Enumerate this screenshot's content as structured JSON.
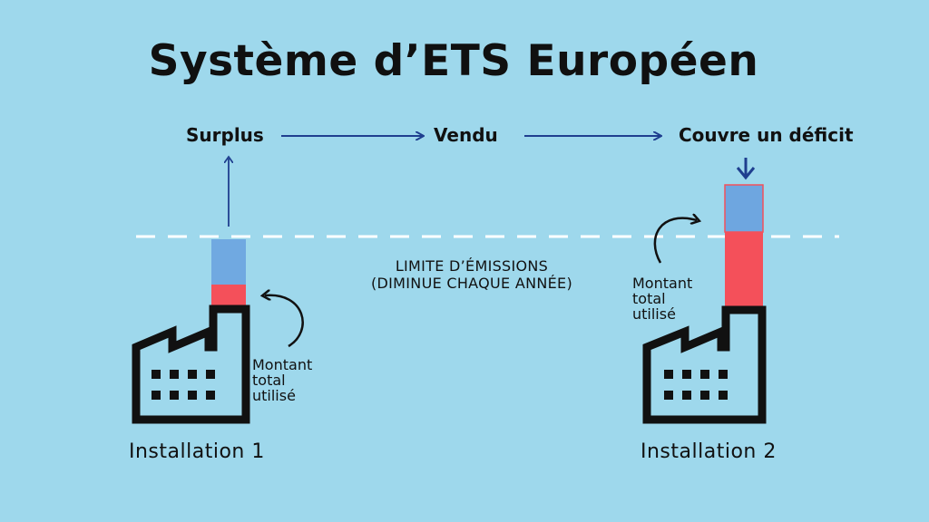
{
  "title": "Système d’ETS Européen",
  "flow": {
    "surplus": "Surplus",
    "vendu": "Vendu",
    "couvre": "Couvre un déficit"
  },
  "limit": {
    "line1": "LIMITE D’ÉMISSIONS",
    "line2": "(DIMINUE CHAQUE ANNÉE)"
  },
  "installation1": {
    "label": "Installation 1",
    "note": [
      "Montant",
      "total",
      "utilisé"
    ]
  },
  "installation2": {
    "label": "Installation 2",
    "note": [
      "Montant",
      "total",
      "utilisé"
    ]
  },
  "colors": {
    "background": "#9ed8ec",
    "arrow": "#1f3f8f",
    "used": "#f4505a",
    "allowance": "#6ea6e0",
    "factory": "#111111",
    "limit_line": "#ffffff"
  }
}
